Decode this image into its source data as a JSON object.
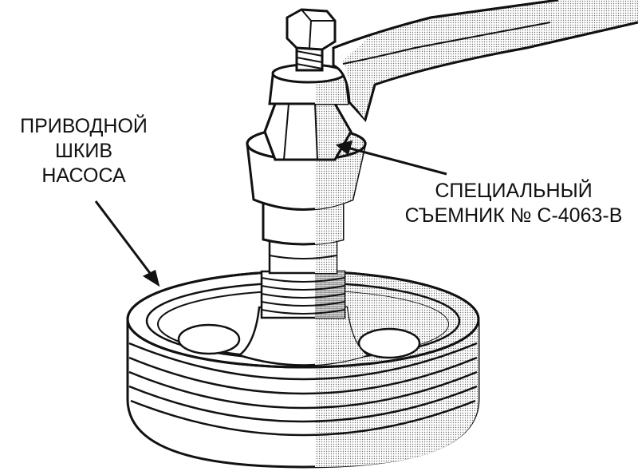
{
  "labels": {
    "pulley": {
      "line1": "ПРИВОДНОЙ",
      "line2": "ШКИВ",
      "line3": "НАСОСА"
    },
    "puller": {
      "line1": "СПЕЦИАЛЬНЫЙ",
      "line2": "СЪЕМНИК № С-4063-В"
    }
  },
  "colors": {
    "ink": "#111111",
    "shade": "#9a9a9a",
    "background": "#ffffff"
  }
}
